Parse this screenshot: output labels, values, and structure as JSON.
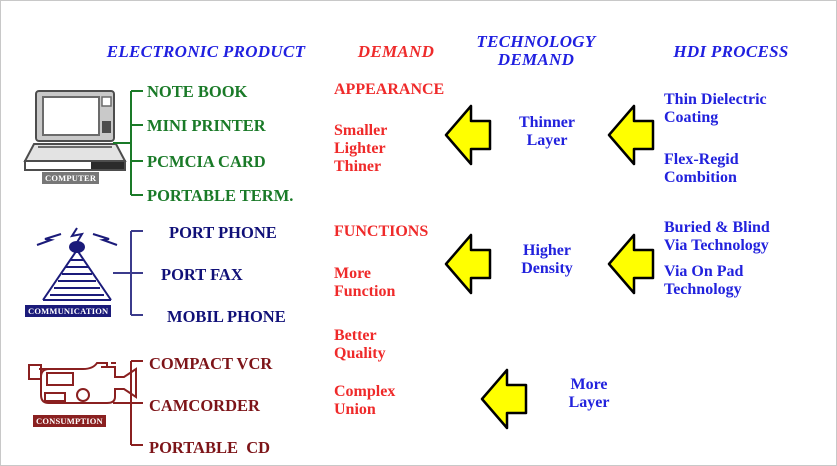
{
  "diagram": {
    "title_row": {
      "columns": [
        {
          "id": "electronic-product",
          "label": "ELECTRONIC PRODUCT",
          "color": "#2020e0"
        },
        {
          "id": "demand",
          "label": "DEMAND",
          "color": "#ee2b2b"
        },
        {
          "id": "technology-demand",
          "label": "TECHNOLOGY\nDEMAND",
          "color": "#2020e0"
        },
        {
          "id": "hdi-process",
          "label": "HDI PROCESS",
          "color": "#2020e0"
        }
      ]
    },
    "rows": [
      {
        "id": "computer",
        "icon_name": "laptop-computer-icon",
        "icon_caption": "COMPUTER",
        "accent": "#1a7a28",
        "products": [
          "NOTE BOOK",
          "MINI PRINTER",
          "PCMCIA CARD",
          "PORTABLE TERM."
        ],
        "demand_heading": "APPEARANCE",
        "demand_details": "Smaller\nLighter\nThiner",
        "technology_demand": "Thinner\nLayer",
        "hdi_process": [
          "Thin  Dielectric\nCoating",
          "Flex-Regid\nCombition"
        ]
      },
      {
        "id": "communication",
        "icon_name": "antenna-tower-icon",
        "icon_caption": "COMMUNICATION",
        "accent": "#101078",
        "products": [
          "PORT PHONE",
          "PORT FAX",
          "MOBIL PHONE"
        ],
        "demand_heading": "FUNCTIONS",
        "demand_details": "More\nFunction",
        "technology_demand": "Higher\nDensity",
        "hdi_process": [
          "Buried & Blind\nVia Technology",
          "Via On Pad\nTechnology"
        ]
      },
      {
        "id": "consumption",
        "icon_name": "camcorder-icon",
        "icon_caption": "CONSUMPTION",
        "accent": "#7d1418",
        "products": [
          "COMPACT VCR",
          "CAMCORDER",
          "PORTABLE  CD"
        ],
        "demand_heading": "Better\nQuality",
        "demand_details": "Complex\nUnion",
        "technology_demand": "More\nLayer",
        "hdi_process": []
      }
    ],
    "arrows": {
      "name": "left-arrow-icon",
      "fill": "#ffff00",
      "stroke": "#000000",
      "count": 5
    },
    "colors": {
      "green": "#1a7a28",
      "navy": "#101078",
      "maroon": "#7d1418",
      "red": "#ef2a2a",
      "blue": "#2222dd",
      "yellow": "#ffff00",
      "background": "#ffffff"
    }
  }
}
